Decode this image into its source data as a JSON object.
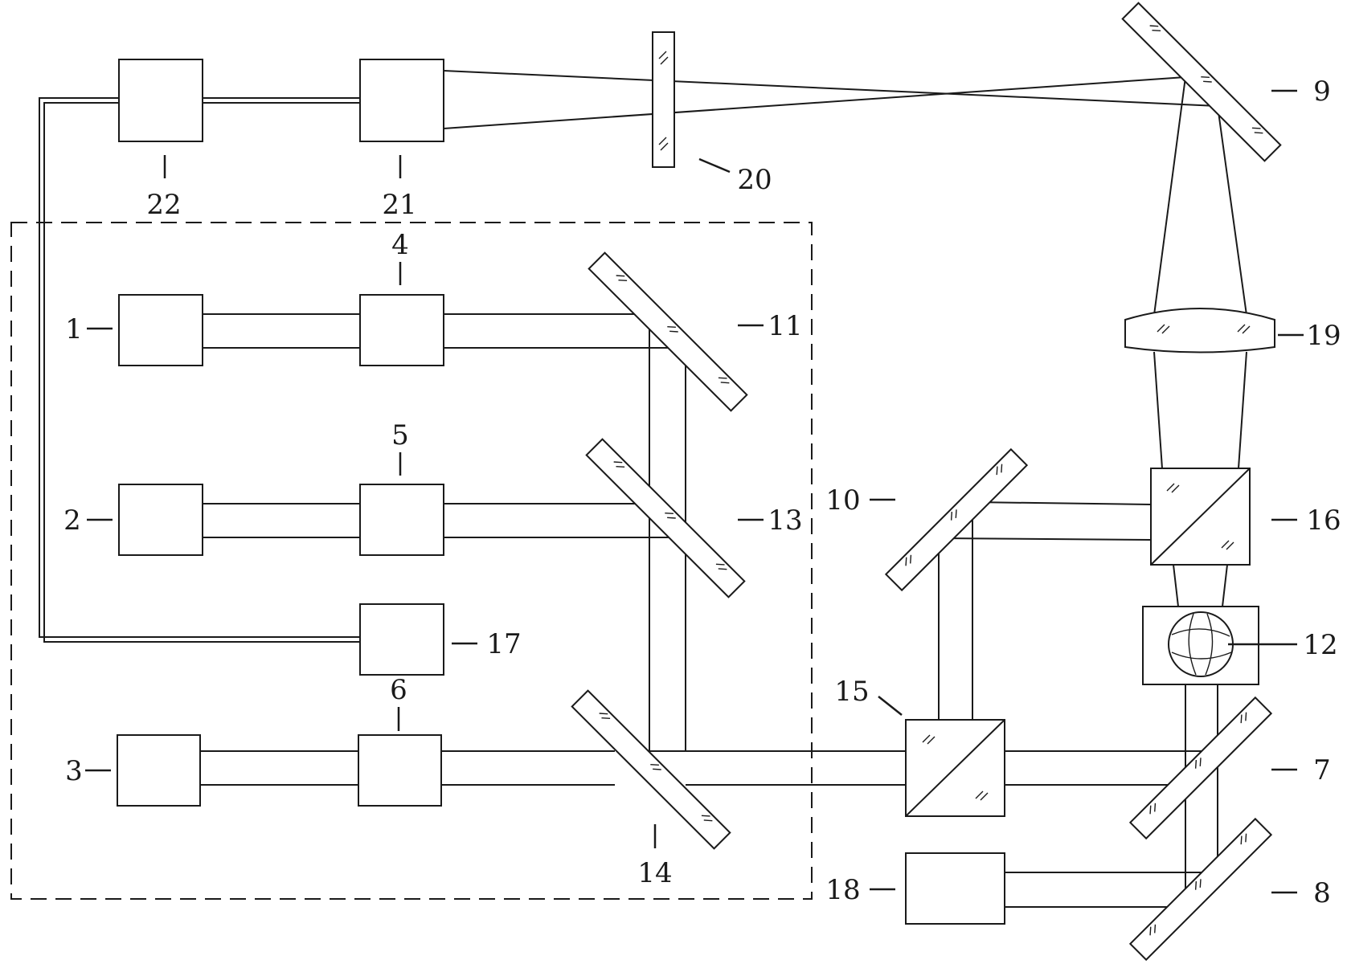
{
  "diagram": {
    "labels": {
      "n1": "1",
      "n2": "2",
      "n3": "3",
      "n4": "4",
      "n5": "5",
      "n6": "6",
      "n7": "7",
      "n8": "8",
      "n9": "9",
      "n10": "10",
      "n11": "11",
      "n12": "12",
      "n13": "13",
      "n14": "14",
      "n15": "15",
      "n16": "16",
      "n17": "17",
      "n18": "18",
      "n19": "19",
      "n20": "20",
      "n21": "21",
      "n22": "22"
    }
  }
}
